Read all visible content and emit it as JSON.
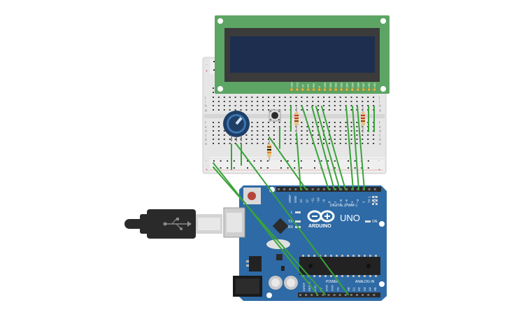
{
  "colors": {
    "background": "#ffffff",
    "lcd_pcb": "#5da564",
    "lcd_bezel": "#3b3b3b",
    "lcd_screen": "#1d2e4f",
    "breadboard": "#e8e8e8",
    "arduino_pcb": "#2e6aa5",
    "wire": "#3aa33a",
    "usb_cable": "#2a2a2a",
    "potentiometer": "#1f3f66"
  },
  "icons": {
    "usb": "usb-icon",
    "arduino_logo": "infinity-logo-icon"
  },
  "arduino": {
    "brand": "ARDUINO",
    "model": "UNO",
    "digital_header": "DIGITAL (PWM~)",
    "power_header": "POWER",
    "analog_header": "ANALOG IN",
    "on_label": "ON",
    "led_labels": [
      "L",
      "TX",
      "RX"
    ],
    "digital_pins": [
      "AREF",
      "GND",
      "13",
      "12",
      "~11",
      "~10",
      "~9",
      "8",
      "7",
      "~6",
      "~5",
      "4",
      "~3",
      "2",
      "TX 1",
      "RX 0"
    ],
    "power_pins": [
      "IOREF",
      "RESET",
      "3.3V",
      "5V",
      "GND",
      "GND",
      "Vin"
    ],
    "analog_pins": [
      "A0",
      "A1",
      "A2",
      "A3",
      "A4",
      "A5"
    ]
  },
  "lcd": {
    "pins": [
      "GND",
      "VCC",
      "V0",
      "RS",
      "RW",
      "E",
      "DB0",
      "DB1",
      "DB2",
      "DB3",
      "DB4",
      "DB5",
      "DB6",
      "DB7",
      "LED",
      "LED"
    ]
  },
  "breadboard": {
    "row_letters": [
      "j",
      "i",
      "h",
      "g",
      "f",
      "e",
      "d",
      "c",
      "b",
      "a"
    ],
    "rail_signs": [
      "+",
      "-"
    ]
  }
}
